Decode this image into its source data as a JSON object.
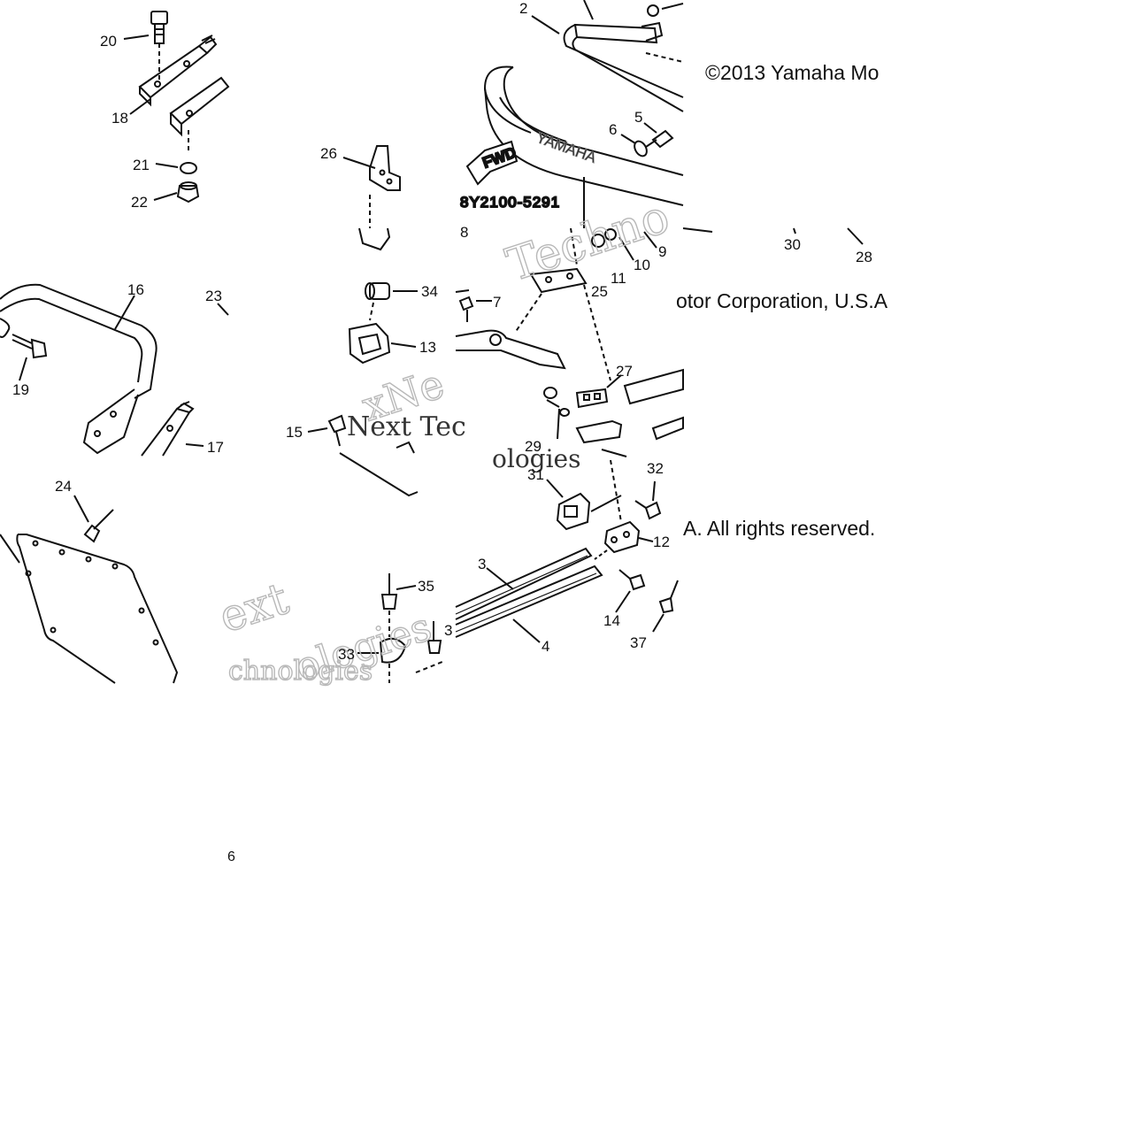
{
  "copyright": {
    "fragment_1": "©2013 Yamaha Mo",
    "fragment_2": "otor Corporation, U.S.A",
    "fragment_3": "A. All rights reserved."
  },
  "page_number": "6",
  "diagram": {
    "part_number_code": "8Y2100-5291",
    "bumper_brand_text": "YAMAHA",
    "direction_arrow_text": "FWD",
    "watermark_texts": [
      "Techno",
      "xNe",
      "Next Tec",
      "ologies",
      "ext",
      "chnologies",
      "ologies"
    ],
    "callouts": [
      "20",
      "18",
      "21",
      "22",
      "26",
      "2",
      "5",
      "6",
      "8",
      "9",
      "10",
      "11",
      "25",
      "30",
      "28",
      "16",
      "23",
      "34",
      "7",
      "13",
      "19",
      "27",
      "15",
      "17",
      "29",
      "31",
      "32",
      "12",
      "24",
      "35",
      "3",
      "4",
      "14",
      "37",
      "33",
      "3"
    ]
  }
}
